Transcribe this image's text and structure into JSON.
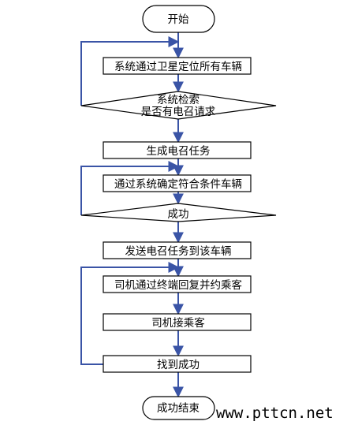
{
  "diagram": {
    "start": {
      "label": "开始"
    },
    "steps": [
      {
        "label": "系统通过卫星定位所有车辆"
      },
      {
        "label": "系统检索"
      },
      {
        "label": "是否有电召请求"
      },
      {
        "label": "生成电召任务"
      },
      {
        "label": "通过系统确定符合条件车辆"
      },
      {
        "label": "成功"
      },
      {
        "label": "发送电召任务到该车辆"
      },
      {
        "label": "司机通过终端回复并约乘客"
      },
      {
        "label": "司机接乘客"
      },
      {
        "label": "找到成功"
      }
    ],
    "end": {
      "label": "成功结束"
    },
    "colors": {
      "edge": "#3a54a6",
      "outline": "#000000",
      "fill": "#ffffff"
    }
  },
  "watermark": {
    "text": "www.pttcn.net"
  }
}
